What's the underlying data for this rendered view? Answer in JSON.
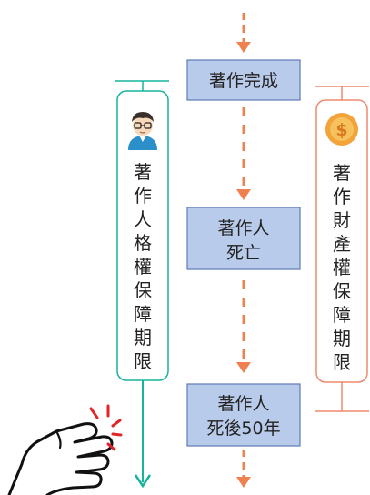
{
  "colors": {
    "flow_arrow": "#ef8050",
    "stage_box_fill": "#b9cbea",
    "stage_box_border": "#5d79b8",
    "moral_rights": "#16b49c",
    "property_rights": "#ee8a6c",
    "coin": "#f2a33a"
  },
  "stages": {
    "completion": "著作完成",
    "death_line1": "著作人",
    "death_line2": "死亡",
    "after_line1": "著作人",
    "after_line2": "死後50年"
  },
  "moral_rights": {
    "chars": [
      "著",
      "作",
      "人",
      "格",
      "權",
      "保",
      "障",
      "期",
      "限"
    ],
    "icon": "person-avatar-icon"
  },
  "property_rights": {
    "chars": [
      "著",
      "作",
      "財",
      "產",
      "權",
      "保",
      "障",
      "期",
      "限"
    ],
    "icon": "dollar-coin-icon"
  },
  "decor": {
    "hand_icon": "pointing-hand-icon"
  }
}
